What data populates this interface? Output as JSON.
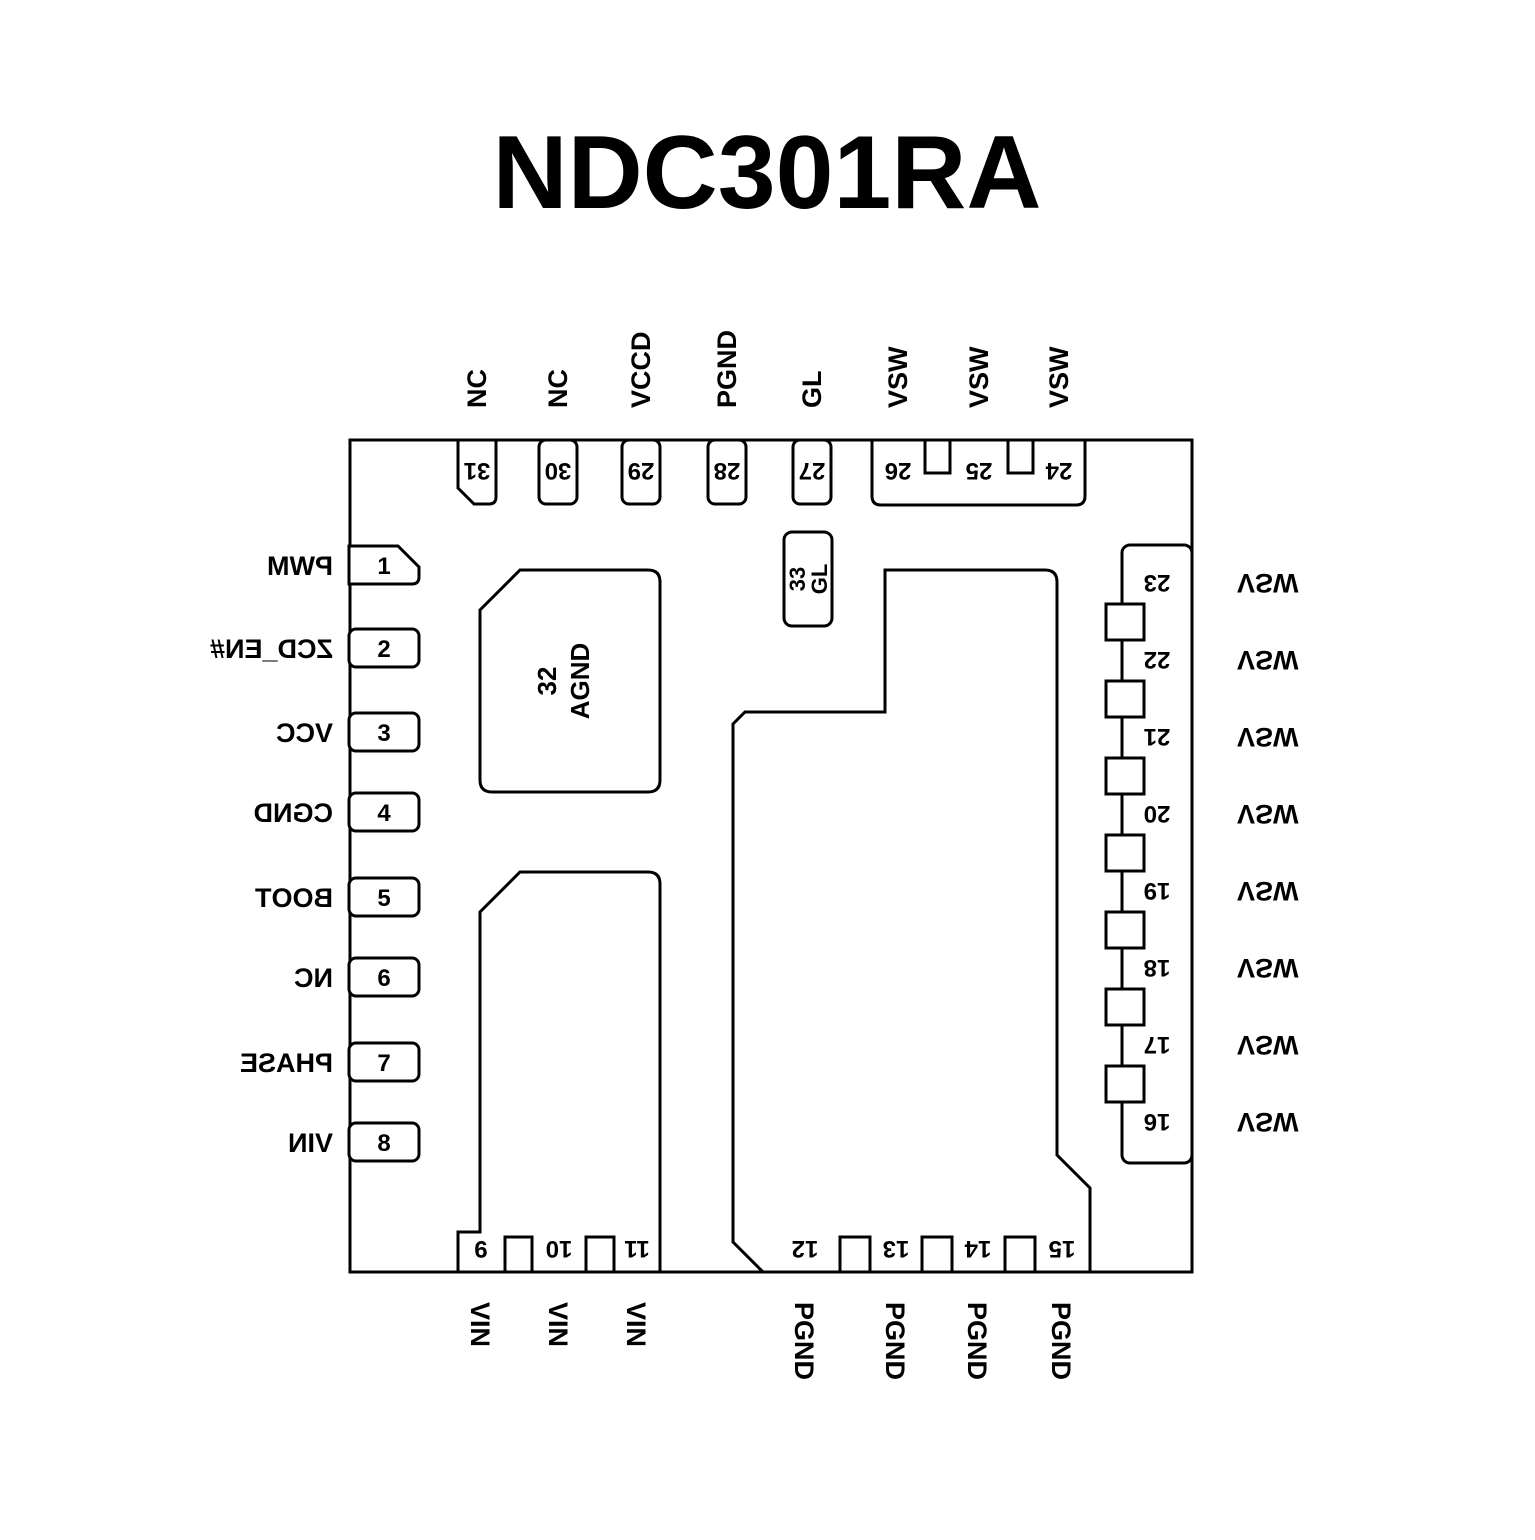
{
  "title": "NDC301RA",
  "pins": {
    "top": [
      {
        "num": "31",
        "label": "NC"
      },
      {
        "num": "30",
        "label": "NC"
      },
      {
        "num": "29",
        "label": "VCCD"
      },
      {
        "num": "28",
        "label": "PGND"
      },
      {
        "num": "27",
        "label": "GL"
      },
      {
        "num": "26",
        "label": "VSW"
      },
      {
        "num": "25",
        "label": "VSW"
      },
      {
        "num": "24",
        "label": "VSW"
      }
    ],
    "left": [
      {
        "num": "1",
        "label": "PWM"
      },
      {
        "num": "2",
        "label": "ZCD_EN#"
      },
      {
        "num": "3",
        "label": "VCC"
      },
      {
        "num": "4",
        "label": "CGND"
      },
      {
        "num": "5",
        "label": "BOOT"
      },
      {
        "num": "6",
        "label": "NC"
      },
      {
        "num": "7",
        "label": "PHASE"
      },
      {
        "num": "8",
        "label": "VIN"
      }
    ],
    "right": [
      {
        "num": "23",
        "label": "VSW"
      },
      {
        "num": "22",
        "label": "VSW"
      },
      {
        "num": "21",
        "label": "VSW"
      },
      {
        "num": "20",
        "label": "VSW"
      },
      {
        "num": "19",
        "label": "VSW"
      },
      {
        "num": "18",
        "label": "VSW"
      },
      {
        "num": "17",
        "label": "VSW"
      },
      {
        "num": "16",
        "label": "VSW"
      }
    ],
    "bottom": [
      {
        "num": "9",
        "label": "VIN"
      },
      {
        "num": "10",
        "label": "VIN"
      },
      {
        "num": "11",
        "label": "VIN"
      },
      {
        "num": "12",
        "label": "PGND"
      },
      {
        "num": "13",
        "label": "PGND"
      },
      {
        "num": "14",
        "label": "PGND"
      },
      {
        "num": "15",
        "label": "PGND"
      }
    ],
    "center": [
      {
        "num": "32",
        "label": "AGND"
      },
      {
        "num": "33",
        "label": "GL"
      }
    ]
  },
  "colors": {
    "line": "#000000",
    "background": "#ffffff"
  }
}
